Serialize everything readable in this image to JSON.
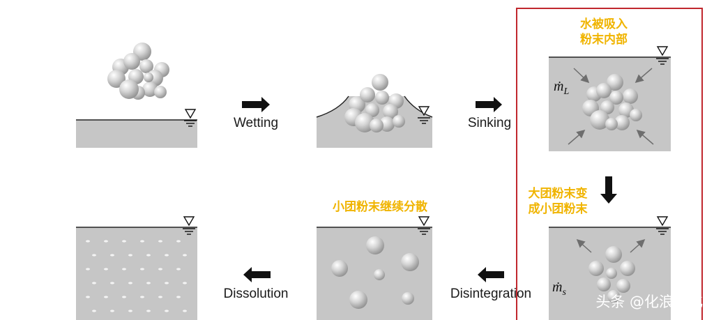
{
  "labels": {
    "wetting": "Wetting",
    "sinking": "Sinking",
    "dissolution": "Dissolution",
    "disintegration": "Disintegration"
  },
  "annotations": {
    "water_absorbed_line1": "水被吸入",
    "water_absorbed_line2": "粉末内部",
    "large_to_small_line1": "大团粉末变",
    "large_to_small_line2": "成小团粉末",
    "small_disperse": "小团粉末继续分散"
  },
  "symbols": {
    "flow_rate_L": "ṁ",
    "flow_rate_L_sub": "L",
    "flow_rate_s": "ṁ",
    "flow_rate_s_sub": "s"
  },
  "watermark": "头条 @化浪说化",
  "colors": {
    "water": "#c6c6c6",
    "highlight_box": "#c0272d",
    "annotation": "#f0b400",
    "arrow": "#111111"
  }
}
